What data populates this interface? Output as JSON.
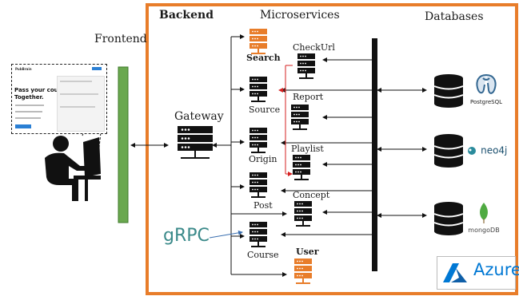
{
  "sections": {
    "frontend": "Frontend",
    "backend": "Backend",
    "microservices": "Microservices",
    "databases": "Databases"
  },
  "gateway": {
    "label": "Gateway"
  },
  "grpc": {
    "label": "gRPC"
  },
  "services": {
    "search": "Search",
    "checkurl": "CheckUrl",
    "source": "Source",
    "report": "Report",
    "origin": "Origin",
    "playlist": "Playlist",
    "post": "Post",
    "concept": "Concept",
    "course": "Course",
    "user": "User"
  },
  "databases": {
    "postgres": "PostgreSQL",
    "neo4j": "neo4j",
    "mongo": "mongoDB"
  },
  "cloud": {
    "label": "Azure"
  },
  "app_preview": {
    "brand": "PubBrain",
    "headline_1": "Pass your courses.",
    "headline_2": "Together."
  },
  "colors": {
    "orange": "#e87d2a",
    "green": "#6aa84f",
    "black": "#111111",
    "azure": "#0078d4",
    "red": "#d62020"
  },
  "icons": [
    "server-icon",
    "database-icon",
    "postgresql-icon",
    "neo4j-icon",
    "mongodb-icon",
    "azure-icon",
    "user-at-computer-icon"
  ]
}
